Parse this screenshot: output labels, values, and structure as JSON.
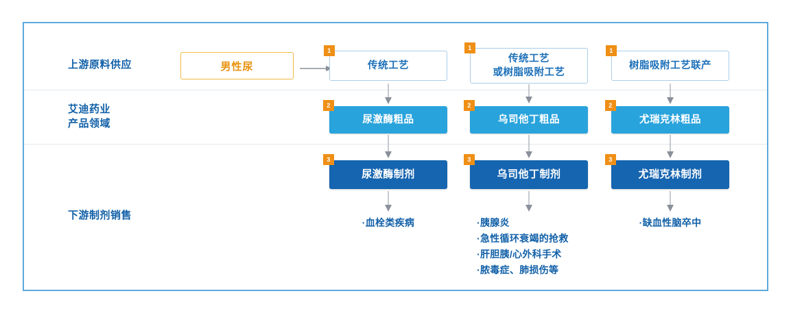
{
  "frame": {
    "border_color": "#5aa9dc"
  },
  "colors": {
    "badge_orange": "#ef8f16",
    "source_orange": "#e8920e",
    "light_blue": "#29a3dc",
    "dark_blue": "#1665b0",
    "outline_blue": "#1b6fb8",
    "label_blue": "#1160a8"
  },
  "stages": {
    "upstream": "上游原料供应",
    "middle": "艾迪药业\n产品领域",
    "downstream": "下游制剂销售"
  },
  "source": {
    "label": "男性尿"
  },
  "columns": [
    {
      "process": {
        "badge": "1",
        "label": "传统工艺"
      },
      "crude": {
        "badge": "2",
        "label": "尿激酶粗品"
      },
      "product": {
        "badge": "3",
        "label": "尿激酶制剂"
      },
      "indications": [
        "·血栓类疾病"
      ]
    },
    {
      "process": {
        "badge": "1",
        "label": "传统工艺\n或树脂吸附工艺"
      },
      "crude": {
        "badge": "2",
        "label": "乌司他丁粗品"
      },
      "product": {
        "badge": "3",
        "label": "乌司他丁制剂"
      },
      "indications": [
        "·胰腺炎",
        "·急性循环衰竭的抢救",
        "·肝胆胰/心外科手术",
        "·脓毒症、肺损伤等"
      ]
    },
    {
      "process": {
        "badge": "1",
        "label": "树脂吸附工艺联产"
      },
      "crude": {
        "badge": "2",
        "label": "尤瑞克林粗品"
      },
      "product": {
        "badge": "3",
        "label": "尤瑞克林制剂"
      },
      "indications": [
        "·缺血性脑卒中"
      ]
    }
  ]
}
